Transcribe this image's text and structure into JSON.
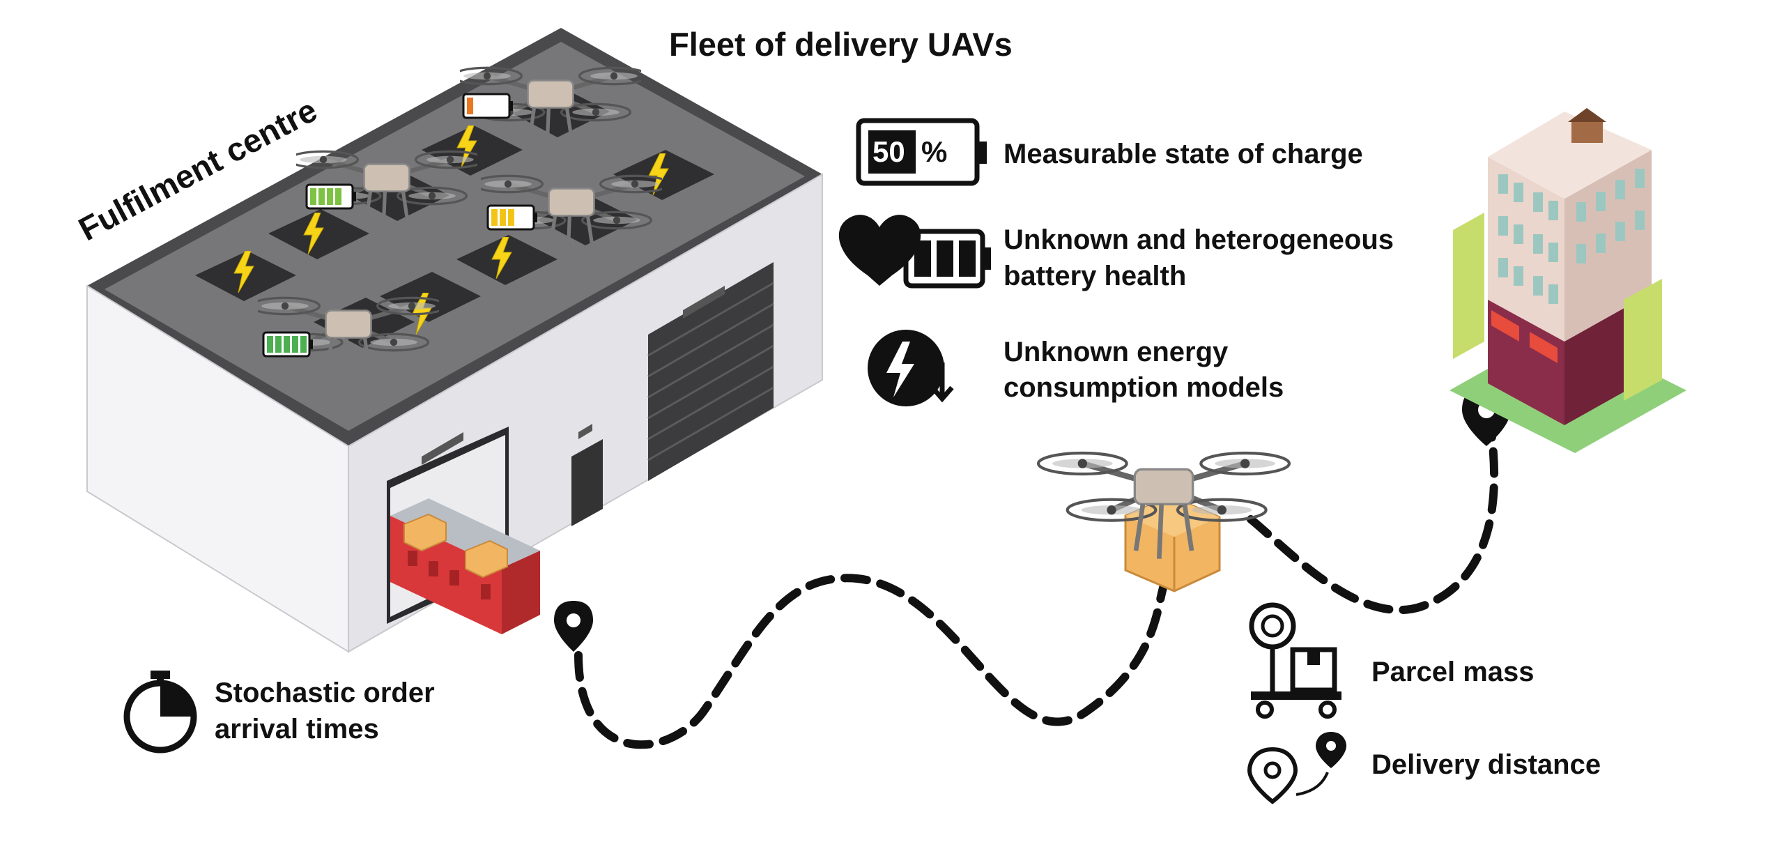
{
  "title": "Fleet of delivery UAVs",
  "facility_label": "Fulfilment centre",
  "battery_icon_text": "50",
  "battery_icon_unit": "%",
  "features": {
    "soc": "Measurable state of charge",
    "health_line1": "Unknown and heterogeneous",
    "health_line2": "battery health",
    "energy_line1": "Unknown energy",
    "energy_line2": "consumption models",
    "orders_line1": "Stochastic order",
    "orders_line2": "arrival times",
    "parcel": "Parcel mass",
    "distance": "Delivery distance"
  },
  "drone_battery_levels": [
    {
      "level": 0.2,
      "color": "#e87722"
    },
    {
      "level": 0.8,
      "color": "#7dc242"
    },
    {
      "level": 0.6,
      "color": "#f2c418"
    },
    {
      "level": 1.0,
      "color": "#4caf50"
    }
  ],
  "colors": {
    "roof": "#77777a",
    "roof_rim": "#4a4a4d",
    "wall_front": "#f4f4f6",
    "wall_side": "#e2e2e6",
    "pad": "#2f2f31",
    "bolt": "#f7d417",
    "conveyor": "#d9383a",
    "box": "#f2b562",
    "path": "#111111"
  }
}
